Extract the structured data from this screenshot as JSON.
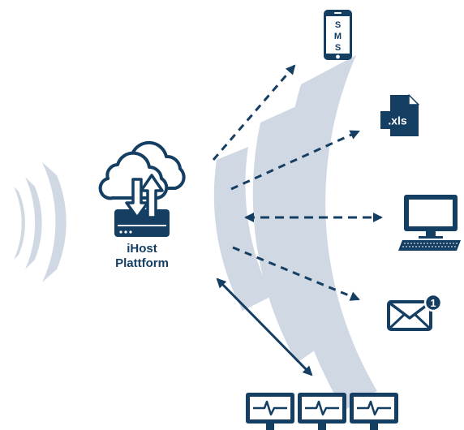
{
  "platform": {
    "line1": "iHost",
    "line2": "Plattform"
  },
  "devices": {
    "phone": {
      "icon": "smartphone-icon",
      "label": [
        "S",
        "M",
        "S"
      ]
    },
    "file": {
      "icon": "spreadsheet-file-icon",
      "label": ".xls"
    },
    "computer": {
      "icon": "desktop-computer-icon"
    },
    "email": {
      "icon": "envelope-icon",
      "badge": "1"
    },
    "monitors": {
      "icon": "heartbeat-monitor-icon"
    }
  },
  "colors": {
    "navy": "#153e63",
    "arc": "#d0d9e3",
    "background": "#ffffff"
  }
}
